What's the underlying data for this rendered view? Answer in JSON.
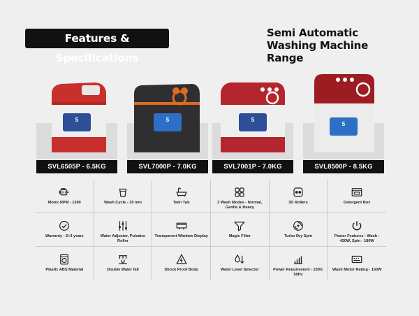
{
  "header": {
    "badge": "Features & Specifications",
    "title_line1": "Semi Automatic",
    "title_line2": "Washing Machine Range"
  },
  "products": [
    {
      "model": "SVL6505P - 6.5KG",
      "body_color": "#c8302e",
      "lid_color": "#b1261f"
    },
    {
      "model": "SVL7000P - 7.0KG",
      "body_color": "#2f2f31",
      "lid_color": "#3a3a3c"
    },
    {
      "model": "SVL7001P - 7.0KG",
      "body_color": "#b3262e",
      "lid_color": "#a12029"
    },
    {
      "model": "SVL8500P - 8.5KG",
      "body_color": "#9d1c22",
      "lid_color": "#a3212a"
    }
  ],
  "features": [
    {
      "label": "Motor RPM - 1300",
      "icon": "motor-icon"
    },
    {
      "label": "Wash Cycle - 35 min",
      "icon": "cup-icon"
    },
    {
      "label": "Twin Tub",
      "icon": "tub-icon"
    },
    {
      "label": "3 Wash Modes - Normal, Gentle & Heavy",
      "icon": "grid-icon"
    },
    {
      "label": "3D Rollers",
      "icon": "rollers-icon"
    },
    {
      "label": "Detergent Box",
      "icon": "detergent-box-icon"
    },
    {
      "label": "Warranty - 2+3 years",
      "icon": "warranty-icon"
    },
    {
      "label": "Water Adjuster, Pulsator Roller",
      "icon": "sliders-icon"
    },
    {
      "label": "Transparent Window Display",
      "icon": "window-icon"
    },
    {
      "label": "Magic Filter",
      "icon": "filter-icon"
    },
    {
      "label": "Turbo Dry Spin",
      "icon": "spin-icon"
    },
    {
      "label": "Power Features - Wash - 420W, Spin - 180W",
      "icon": "power-icon"
    },
    {
      "label": "Plastic ABS Material",
      "icon": "washer-icon"
    },
    {
      "label": "Double Water fall",
      "icon": "waterfall-icon"
    },
    {
      "label": "Shock Proof Body",
      "icon": "shock-icon"
    },
    {
      "label": "Water Level Selector",
      "icon": "water-level-icon"
    },
    {
      "label": "Power Requirement - 230V, 50Hz",
      "icon": "power-chart-icon"
    },
    {
      "label": "Wash Motor Rating - 150W",
      "icon": "rating-icon"
    }
  ]
}
